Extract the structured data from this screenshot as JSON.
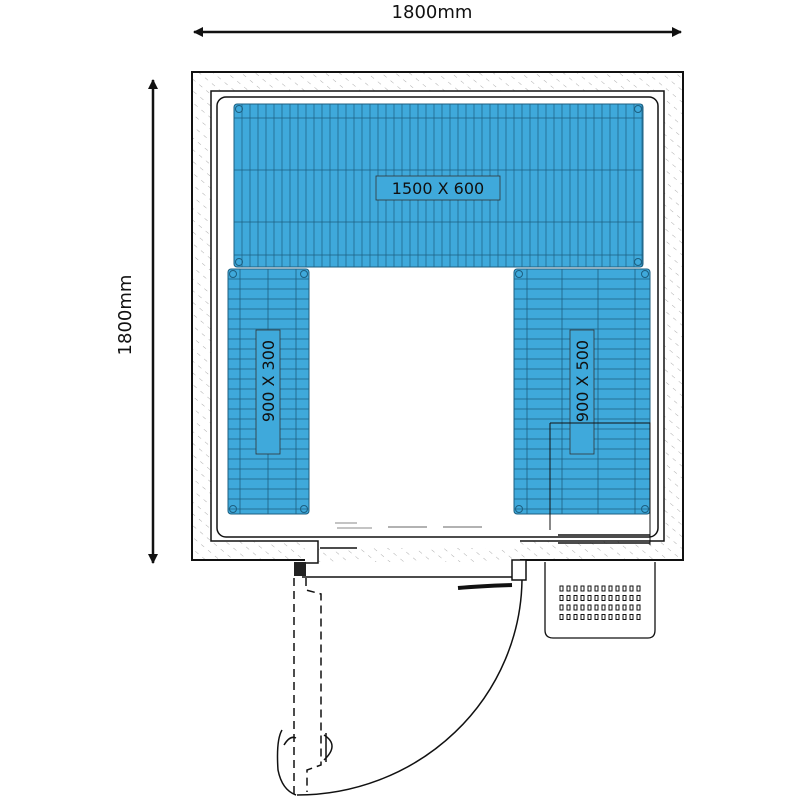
{
  "dimensions": {
    "width_label": "1800mm",
    "height_label": "1800mm"
  },
  "shelves": [
    {
      "label": "1500 X 600"
    },
    {
      "label": "900 X 300"
    },
    {
      "label": "900 X 500"
    }
  ],
  "colors": {
    "shelf_fill": "#3fa9db",
    "line": "#111111"
  }
}
